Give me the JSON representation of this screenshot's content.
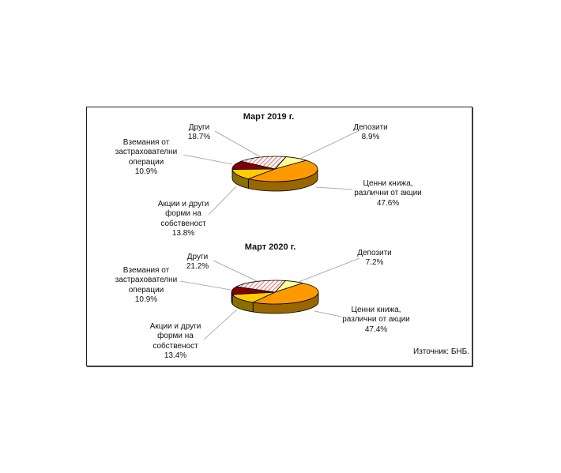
{
  "chart_data": [
    {
      "type": "pie",
      "title": "Март 2019 г.",
      "slices": [
        {
          "label": [
            "Депозити"
          ],
          "value": 8.9,
          "value_label": "8.9%",
          "color": "#ffff99",
          "side": "#a8a860"
        },
        {
          "label": [
            "Ценни книжа,",
            "различни от акции"
          ],
          "value": 47.6,
          "value_label": "47.6%",
          "color": "#ff9900",
          "side": "#996600"
        },
        {
          "label": [
            "Акции и други",
            "форми на",
            "собственост"
          ],
          "value": 13.8,
          "value_label": "13.8%",
          "color": "#ffcc00",
          "side": "#8a7000"
        },
        {
          "label": [
            "Вземания от",
            "застрахователни",
            "операции"
          ],
          "value": 10.9,
          "value_label": "10.9%",
          "color": "#800000",
          "side": "#4d0000"
        },
        {
          "label": [
            "Други"
          ],
          "value": 18.7,
          "value_label": "18.7%",
          "color": "hatch",
          "side": "#9a7070"
        }
      ]
    },
    {
      "type": "pie",
      "title": "Март 2020 г.",
      "slices": [
        {
          "label": [
            "Депозити"
          ],
          "value": 7.2,
          "value_label": "7.2%",
          "color": "#ffff99",
          "side": "#a8a860"
        },
        {
          "label": [
            "Ценни книжа,",
            "различни от акции"
          ],
          "value": 47.4,
          "value_label": "47.4%",
          "color": "#ff9900",
          "side": "#996600"
        },
        {
          "label": [
            "Акции и други",
            "форми на",
            "собственост"
          ],
          "value": 13.4,
          "value_label": "13.4%",
          "color": "#ffcc00",
          "side": "#8a7000"
        },
        {
          "label": [
            "Вземания от",
            "застрахователни",
            "операции"
          ],
          "value": 10.9,
          "value_label": "10.9%",
          "color": "#800000",
          "side": "#4d0000"
        },
        {
          "label": [
            "Други"
          ],
          "value": 21.2,
          "value_label": "21.2%",
          "color": "hatch",
          "side": "#9a7070"
        }
      ]
    }
  ],
  "source": "Източник: БНБ."
}
